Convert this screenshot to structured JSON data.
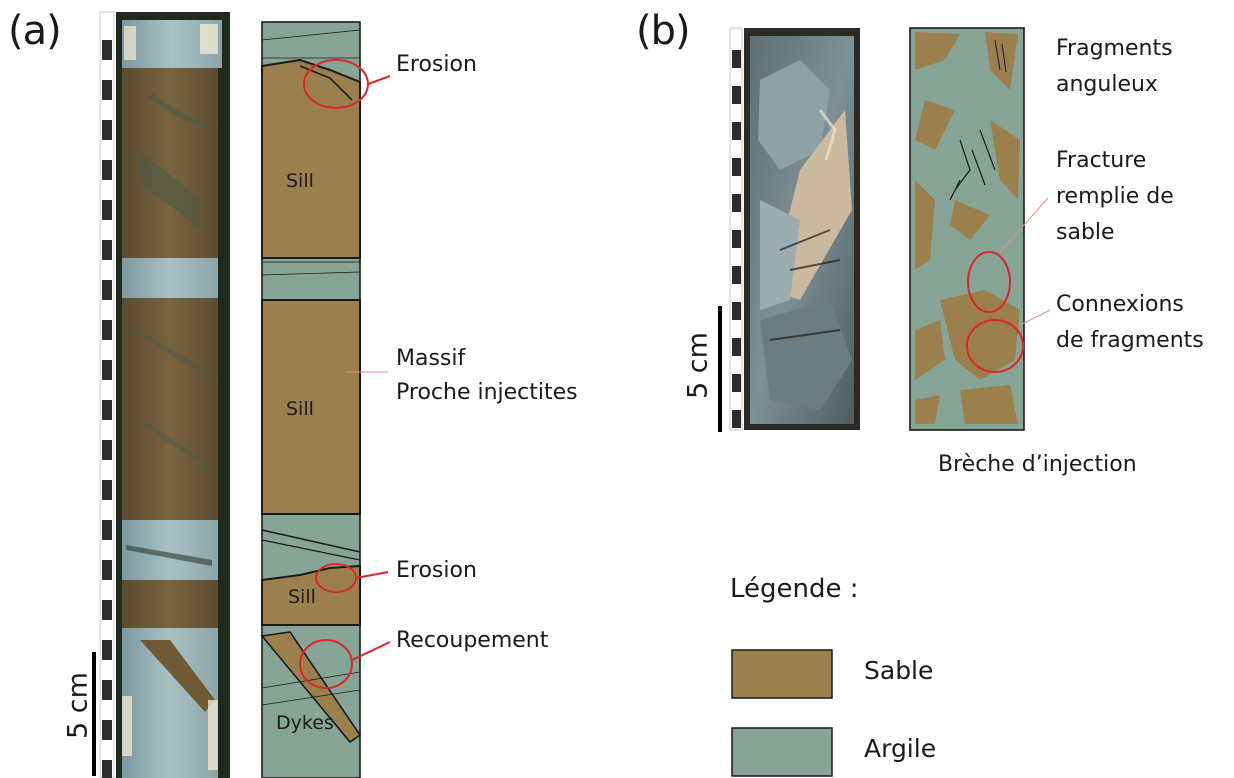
{
  "panel_a": {
    "letter": "(a)",
    "scale_label": "5 cm",
    "column_labels": [
      "Sill",
      "Sill",
      "Sill",
      "Dykes"
    ],
    "annotations": {
      "erosion_top": "Erosion",
      "massif_line1": "Massif",
      "massif_line2": "Proche injectites",
      "erosion_bottom": "Erosion",
      "recoupement": "Recoupement"
    }
  },
  "panel_b": {
    "letter": "(b)",
    "scale_label": "5 cm",
    "annotations": {
      "fragments_line1": "Fragments",
      "fragments_line2": "anguleux",
      "fracture_line1": "Fracture",
      "fracture_line2": "remplie de",
      "fracture_line3": "sable",
      "connexions_line1": "Connexions",
      "connexions_line2": "de fragments"
    },
    "caption": "Brèche d’injection"
  },
  "legend": {
    "title": "Légende :",
    "items": [
      {
        "label": "Sable",
        "color": "#9b804d"
      },
      {
        "label": "Argile",
        "color": "#87a596"
      }
    ]
  },
  "colors": {
    "sand": "#9b804d",
    "clay": "#87a596",
    "highlight_circle": "#e0252a"
  }
}
